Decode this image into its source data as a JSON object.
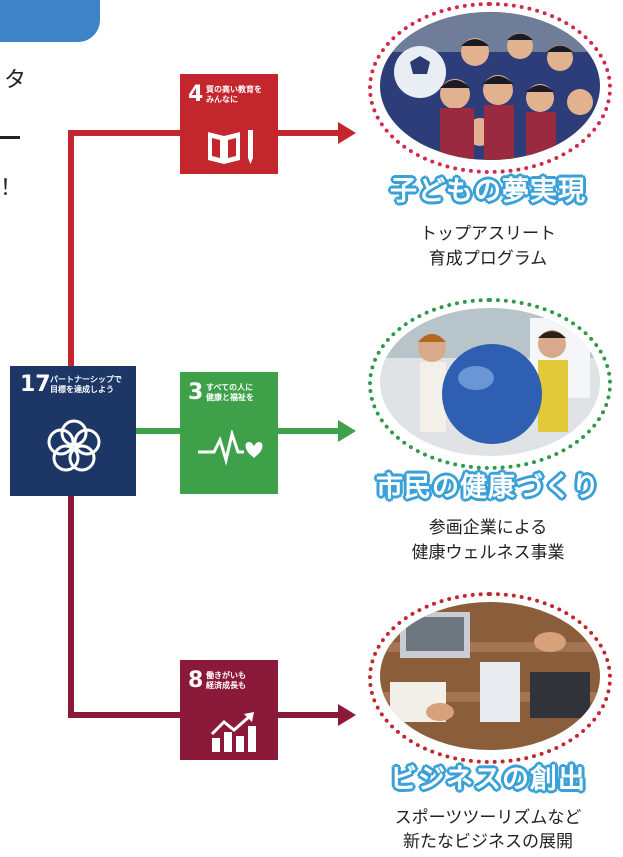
{
  "left_partial_text": {
    "top_char": "タ",
    "bottom_char": "！"
  },
  "sdg17": {
    "number": "17",
    "title": "パートナーシップで\n目標を達成しよう",
    "color": "#1c3765",
    "icon": "flower-rings-icon"
  },
  "branches": [
    {
      "sdg": {
        "number": "4",
        "title": "質の高い教育を\nみんなに",
        "color": "#c4262e",
        "icon": "book-pencil-icon"
      },
      "heading": "子どもの夢実現",
      "caption_line1": "トップアスリート",
      "caption_line2": "育成プログラム",
      "ring_color": "#d12a4a",
      "photo": "soccer-kids-photo"
    },
    {
      "sdg": {
        "number": "3",
        "title": "すべての人に\n健康と福祉を",
        "color": "#3ea14a",
        "icon": "heartbeat-icon"
      },
      "heading": "市民の健康づくり",
      "caption_line1": "参画企業による",
      "caption_line2": "健康ウェルネス事業",
      "ring_color": "#2e9a4a",
      "photo": "fitness-ball-photo"
    },
    {
      "sdg": {
        "number": "8",
        "title": "働きがいも\n経済成長も",
        "color": "#8b1a3a",
        "icon": "growth-chart-icon"
      },
      "heading": "ビジネスの創出",
      "caption_line1": "スポーツツーリズムなど",
      "caption_line2": "新たなビジネスの展開",
      "ring_color": "#c4262e",
      "photo": "business-desk-photo"
    }
  ]
}
